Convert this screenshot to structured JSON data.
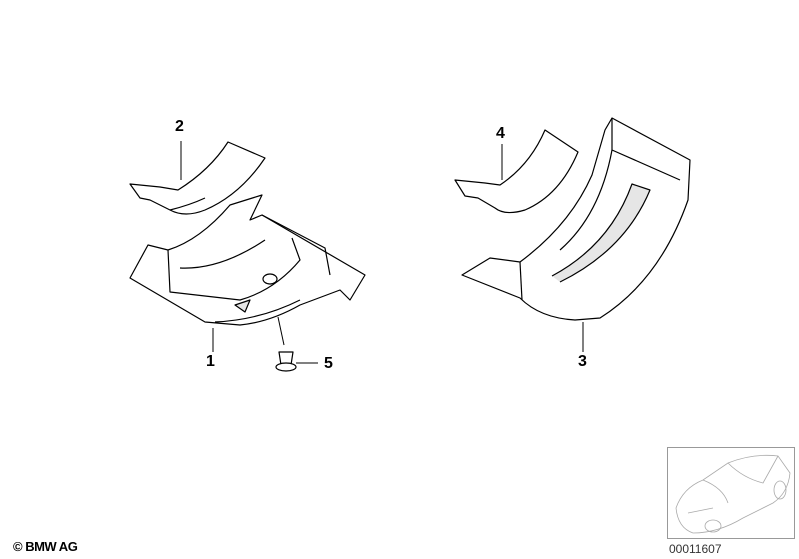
{
  "callouts": [
    {
      "number": "1"
    },
    {
      "number": "2"
    },
    {
      "number": "3"
    },
    {
      "number": "4"
    },
    {
      "number": "5"
    }
  ],
  "footer": {
    "copyright": "© BMW AG",
    "reference_number": "00011607"
  },
  "colors": {
    "line": "#000000",
    "fill": "#ffffff",
    "shade": "#e6e6e6"
  }
}
